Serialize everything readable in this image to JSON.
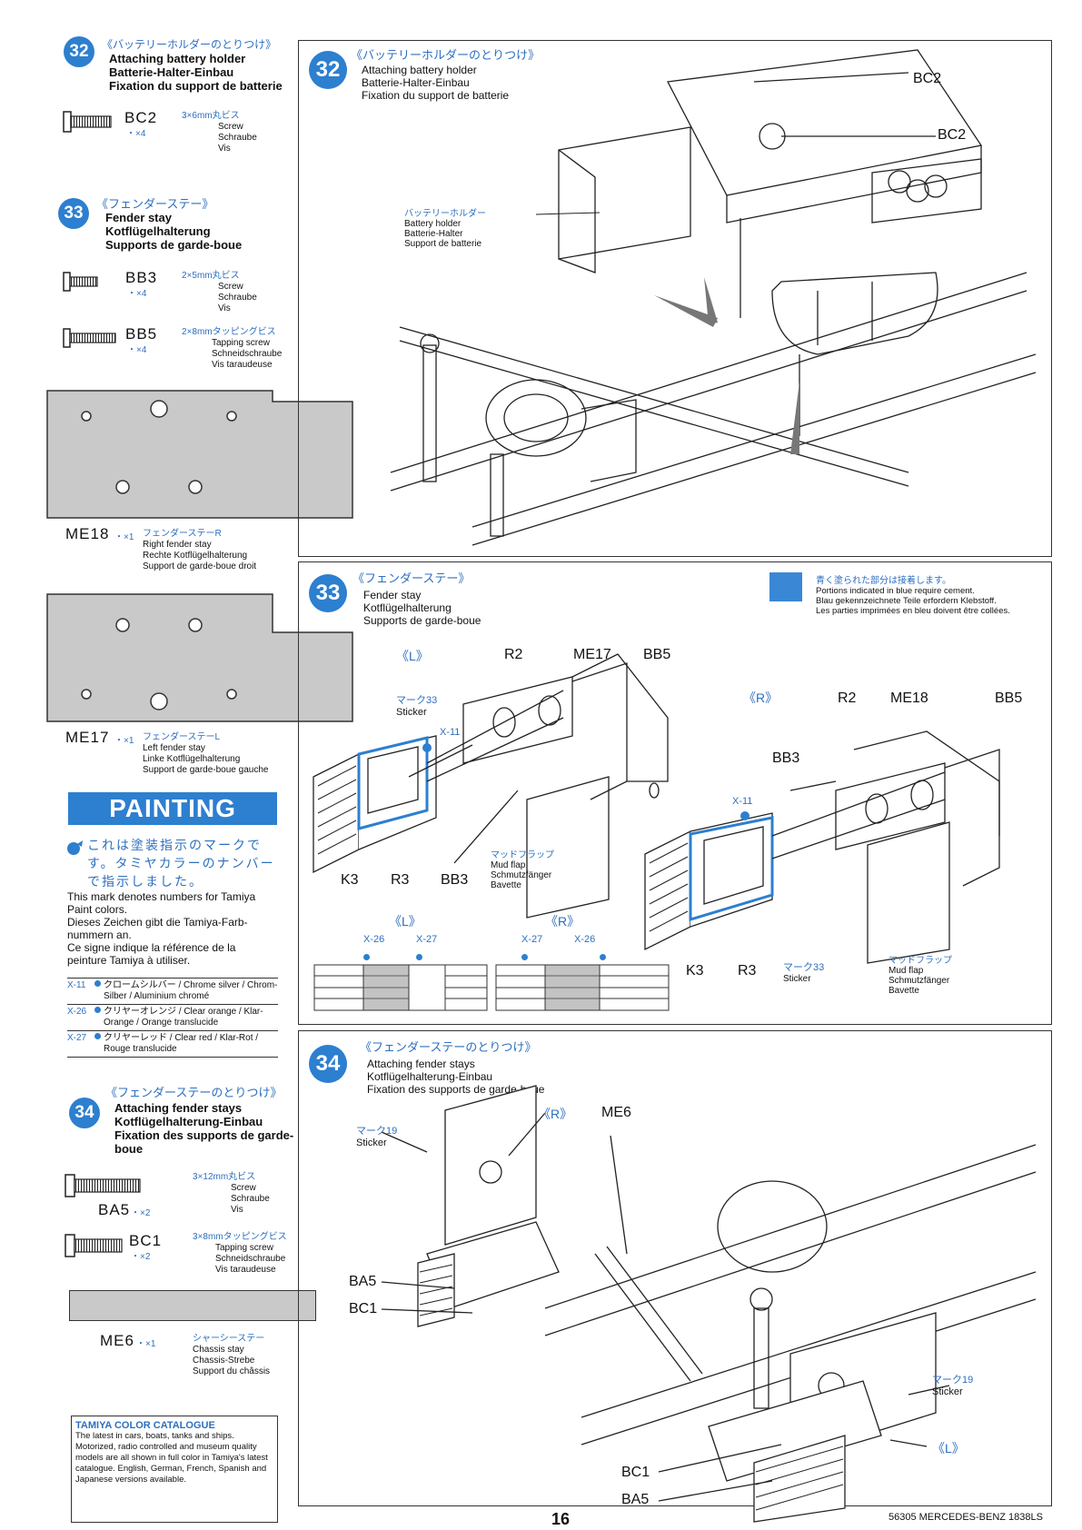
{
  "page": {
    "number": "16",
    "footer": "56305 MERCEDES-BENZ 1838LS"
  },
  "sidebar": {
    "step32": {
      "num": "32",
      "jp": "《バッテリーホルダーのとりつけ》",
      "en": "Attaching battery holder",
      "de": "Batterie-Halter-Einbau",
      "fr": "Fixation du support de batterie",
      "part": {
        "code": "BC2",
        "qty": "・×4",
        "size": "3×6mm丸ビス",
        "names": [
          "Screw",
          "Schraube",
          "Vis"
        ]
      }
    },
    "step33": {
      "num": "33",
      "jp": "《フェンダーステー》",
      "en": "Fender stay",
      "de": "Kotflügelhalterung",
      "fr": "Supports de garde-boue",
      "parts": [
        {
          "code": "BB3",
          "qty": "・×4",
          "size": "2×5mm丸ビス",
          "names": [
            "Screw",
            "Schraube",
            "Vis"
          ]
        },
        {
          "code": "BB5",
          "qty": "・×4",
          "size": "2×8mmタッピングビス",
          "names": [
            "Tapping screw",
            "Schneidschraube",
            "Vis taraudeuse"
          ]
        }
      ],
      "me18": {
        "code": "ME18",
        "qty": "・×1",
        "jp": "フェンダーステーR",
        "names": [
          "Right fender stay",
          "Rechte Kotflügelhalterung",
          "Support de garde-boue droit"
        ]
      },
      "me17": {
        "code": "ME17",
        "qty": "・×1",
        "jp": "フェンダーステーL",
        "names": [
          "Left fender stay",
          "Linke Kotflügelhalterung",
          "Support de garde-boue gauche"
        ]
      }
    },
    "painting": {
      "title": "PAINTING",
      "jp": "これは塗装指示のマークです。タミヤカラーのナンバーで指示しました。",
      "en": "This mark denotes numbers for Tamiya Paint colors.",
      "de": "Dieses Zeichen gibt die Tamiya-Farb-nummern an.",
      "fr": "Ce signe indique la référence de la peinture Tamiya à utiliser.",
      "colors": [
        {
          "code": "X-11",
          "text": "クロームシルバー / Chrome silver / Chrom-Silber / Aluminium chromé"
        },
        {
          "code": "X-26",
          "text": "クリヤーオレンジ / Clear orange / Klar-Orange / Orange translucide"
        },
        {
          "code": "X-27",
          "text": "クリヤーレッド / Clear red / Klar-Rot / Rouge translucide"
        }
      ]
    },
    "step34": {
      "num": "34",
      "jp": "《フェンダーステーのとりつけ》",
      "en": "Attaching fender stays",
      "de": "Kotflügelhalterung-Einbau",
      "fr": "Fixation des supports de garde-boue",
      "parts": [
        {
          "code": "BA5",
          "qty": "・×2",
          "size": "3×12mm丸ビス",
          "names": [
            "Screw",
            "Schraube",
            "Vis"
          ]
        },
        {
          "code": "BC1",
          "qty": "・×2",
          "size": "3×8mmタッピングビス",
          "names": [
            "Tapping screw",
            "Schneidschraube",
            "Vis taraudeuse"
          ]
        }
      ],
      "me6": {
        "code": "ME6",
        "qty": "・×1",
        "jp": "シャーシーステー",
        "names": [
          "Chassis stay",
          "Chassis-Strebe",
          "Support du châssis"
        ]
      }
    },
    "catalogue": {
      "title": "TAMIYA COLOR CATALOGUE",
      "text": "The latest in cars, boats, tanks and ships. Motorized, radio controlled and museum quality models are all shown in full color in Tamiya's latest catalogue. English, German, French, Spanish and Japanese versions available."
    }
  },
  "panel32": {
    "num": "32",
    "jp": "《バッテリーホルダーのとりつけ》",
    "en": "Attaching battery holder",
    "de": "Batterie-Halter-Einbau",
    "fr": "Fixation du support de batterie",
    "callouts": {
      "bc2a": "BC2",
      "bc2b": "BC2"
    },
    "holder": {
      "jp": "バッテリーホルダー",
      "en": "Battery holder",
      "de": "Batterie-Halter",
      "fr": "Support de batterie"
    }
  },
  "panel33": {
    "num": "33",
    "jp": "《フェンダーステー》",
    "en": "Fender stay",
    "de": "Kotflügelhalterung",
    "fr": "Supports de garde-boue",
    "note": {
      "jp": "青く塗られた部分は接着します。",
      "en": "Portions indicated in blue require cement.",
      "de": "Blau gekennzeichnete Teile erfordern Klebstoff.",
      "fr": "Les parties imprimées en bleu doivent être collées."
    },
    "left": {
      "side": "《L》",
      "labels": {
        "r2": "R2",
        "me17": "ME17",
        "bb5": "BB5",
        "k3": "K3",
        "r3": "R3",
        "bb3": "BB3",
        "x11": "X-11"
      },
      "sticker": {
        "jp": "マーク33",
        "en": "Sticker"
      },
      "mudflap": {
        "jp": "マッドフラップ",
        "en": "Mud flap",
        "de": "Schmutzfänger",
        "fr": "Bavette"
      }
    },
    "right": {
      "side": "《R》",
      "labels": {
        "r2": "R2",
        "me18": "ME18",
        "bb5": "BB5",
        "bb3": "BB3",
        "k3": "K3",
        "r3": "R3",
        "x11": "X-11"
      },
      "sticker": {
        "jp": "マーク33",
        "en": "Sticker"
      },
      "mudflap": {
        "jp": "マッドフラップ",
        "en": "Mud flap",
        "de": "Schmutzfänger",
        "fr": "Bavette"
      }
    },
    "lights": {
      "leftSide": "《L》",
      "leftCodes": [
        "X-26",
        "X-27"
      ],
      "rightSide": "《R》",
      "rightCodes": [
        "X-27",
        "X-26"
      ]
    }
  },
  "panel34": {
    "num": "34",
    "jp": "《フェンダーステーのとりつけ》",
    "en": "Attaching fender stays",
    "de": "Kotflügelhalterung-Einbau",
    "fr": "Fixation des supports de garde-boue",
    "labels": {
      "r": "《R》",
      "l": "《L》",
      "me6": "ME6",
      "ba5a": "BA5",
      "bc1a": "BC1",
      "bc1b": "BC1",
      "ba5b": "BA5"
    },
    "stickerTop": {
      "jp": "マーク19",
      "en": "Sticker"
    },
    "stickerBottom": {
      "jp": "マーク19",
      "en": "Sticker"
    }
  }
}
